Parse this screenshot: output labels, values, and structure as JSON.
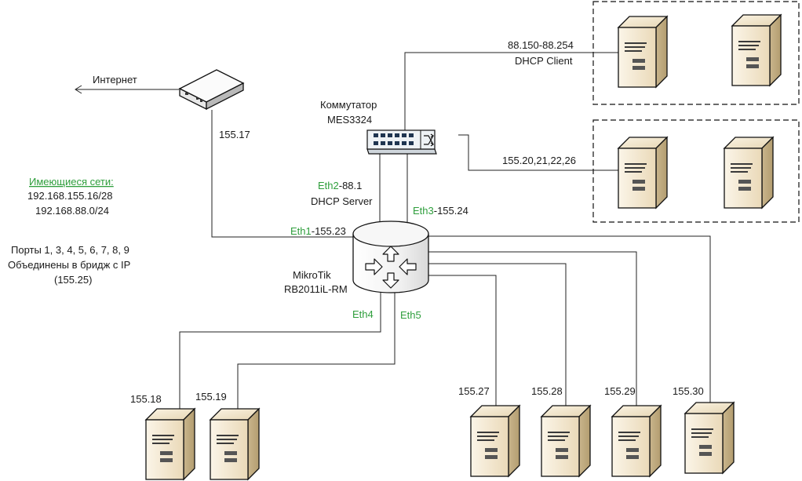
{
  "internet_label": "Интернет",
  "modem": {
    "ip": "155.17"
  },
  "switch": {
    "line1": "Коммутатор",
    "line2": "MES3324"
  },
  "router": {
    "line1": "MikroTik",
    "line2": "RB2011iL-RM",
    "eth1": "Eth1",
    "eth1_ip": "-155.23",
    "eth2": "Eth2",
    "eth2_ip": "-88.1",
    "eth2_role": "DHCP Server",
    "eth3": "Eth3",
    "eth3_ip": "-155.24",
    "eth4": "Eth4",
    "eth5": "Eth5"
  },
  "dhcp_group": {
    "range": "88.150-88.254",
    "role": "DHCP Client"
  },
  "static_group": {
    "ips": "155.20,21,22,26"
  },
  "networks": {
    "title": "Имеющиеся сети:",
    "net1": "192.168.155.16/28",
    "net2": "192.168.88.0/24"
  },
  "bridge_note": {
    "line1": "Порты 1, 3, 4, 5, 6, 7, 8, 9",
    "line2": "Объединены в бридж с IP",
    "line3": "(155.25)"
  },
  "servers": {
    "s18": "155.18",
    "s19": "155.19",
    "s27": "155.27",
    "s28": "155.28",
    "s29": "155.29",
    "s30": "155.30"
  },
  "colors": {
    "accent_label": "#2e9e3c",
    "server_body": "#f1e6cf",
    "server_side": "#cdbb95"
  }
}
